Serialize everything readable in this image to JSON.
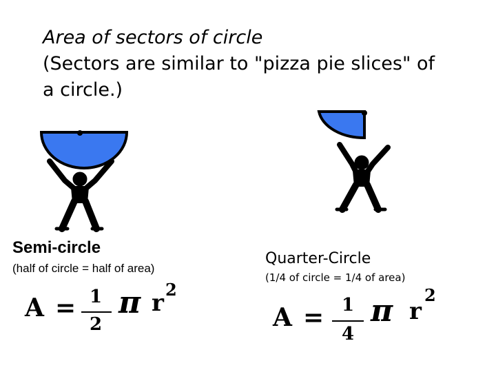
{
  "title": {
    "line1": "Area  of sectors of circle",
    "line2": "(Sectors are similar to \"pizza pie slices\" of",
    "line3": "a circle.)"
  },
  "semi": {
    "label": "Semi-circle",
    "sub": "(half of circle = half of area)",
    "formula": {
      "lhs": "A",
      "eq": "=",
      "num": "1",
      "den": "2",
      "pi": "π",
      "r": "r",
      "exp": "2"
    }
  },
  "quarter": {
    "label": "Quarter-Circle",
    "sub": "(1/4 of circle = 1/4 of area)",
    "formula": {
      "lhs": "A",
      "eq": "=",
      "num": "1",
      "den": "4",
      "pi": "π",
      "r": "r",
      "exp": "2"
    }
  },
  "colors": {
    "sector_fill": "#3a78f0",
    "figure": "#000000"
  }
}
